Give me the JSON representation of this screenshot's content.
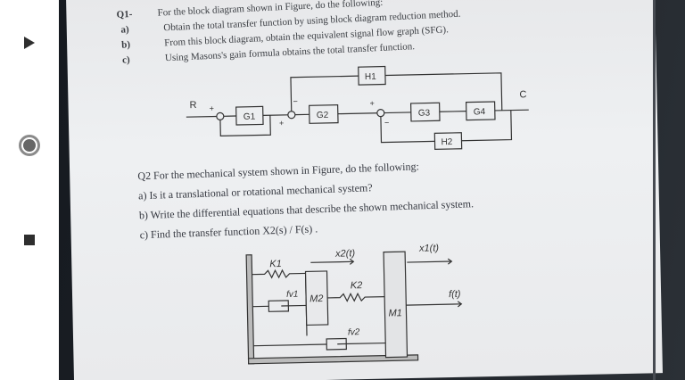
{
  "controls": {
    "play_icon": "play-triangle-icon",
    "record_icon": "record-circle-icon",
    "stop_icon": "stop-square-icon"
  },
  "q1": {
    "number": "Q1-",
    "intro": "For the block diagram shown in Figure, do the following:",
    "items": [
      {
        "label": "a)",
        "text": "Obtain the total transfer function by using block diagram reduction method."
      },
      {
        "label": "b)",
        "text": "From this block diagram, obtain the equivalent signal flow graph (SFG)."
      },
      {
        "label": "c)",
        "text": "Using Masons's gain formula obtains the total transfer function."
      }
    ]
  },
  "block_diagram": {
    "input": "R",
    "output": "C",
    "blocks": {
      "g1": "G1",
      "g2": "G2",
      "g3": "G3",
      "g4": "G4",
      "h1": "H1",
      "h2": "H2"
    },
    "signs": {
      "plus": "+",
      "minus": "−"
    }
  },
  "q2": {
    "intro": "Q2 For the mechanical system shown in Figure, do the following:",
    "items": [
      "a) Is it a translational or rotational mechanical system?",
      "b) Write the differential equations that describe the shown mechanical system.",
      "c) Find the transfer function X2(s) / F(s) ."
    ]
  },
  "mechanical_system": {
    "k1": "K1",
    "k2": "K2",
    "m1": "M1",
    "m2": "M2",
    "fv1": "fv1",
    "fv2": "fv2",
    "x2": "x2(t)",
    "x1": "x1(t)",
    "force": "f(t)"
  }
}
